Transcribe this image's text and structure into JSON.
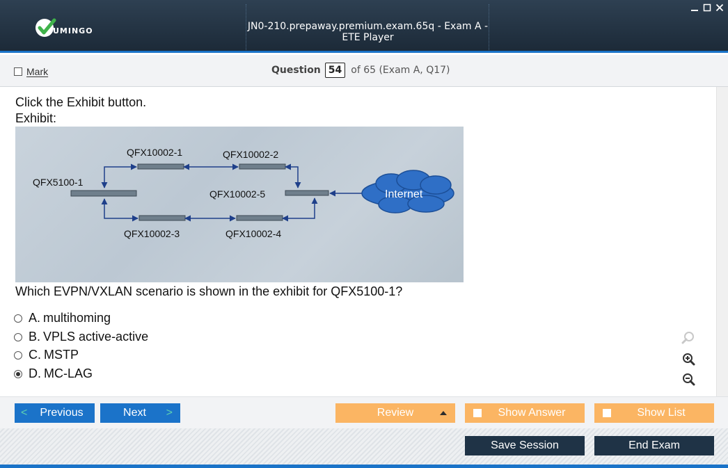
{
  "window": {
    "brand": "UMINGO",
    "title": "JN0-210.prepaway.premium.exam.65q - Exam A - ETE Player"
  },
  "header": {
    "mark_label": "Mark",
    "question_label": "Question",
    "question_number": "54",
    "question_of": "of 65 (Exam A, Q17)"
  },
  "question": {
    "line1": "Click the Exhibit button.",
    "line2": "Exhibit:",
    "prompt": "Which EVPN/VXLAN scenario is shown in the exhibit for QFX5100-1?",
    "answers": [
      {
        "letter": "A.",
        "text": "multihoming",
        "selected": false
      },
      {
        "letter": "B.",
        "text": "VPLS active-active",
        "selected": false
      },
      {
        "letter": "C.",
        "text": "MSTP",
        "selected": false
      },
      {
        "letter": "D.",
        "text": "MC-LAG",
        "selected": true
      }
    ]
  },
  "exhibit": {
    "labels": {
      "qfx5100_1": "QFX5100-1",
      "qfx10002_1": "QFX10002-1",
      "qfx10002_2": "QFX10002-2",
      "qfx10002_3": "QFX10002-3",
      "qfx10002_4": "QFX10002-4",
      "qfx10002_5": "QFX10002-5",
      "internet": "Internet"
    }
  },
  "nav": {
    "previous": "Previous",
    "next": "Next",
    "review": "Review",
    "show_answer": "Show Answer",
    "show_list": "Show List",
    "save_session": "Save Session",
    "end_exam": "End Exam"
  },
  "colors": {
    "accent_blue": "#1b73c9",
    "orange": "#fbb563",
    "dark": "#1f3346",
    "title_bg": "#26384a"
  },
  "icons": [
    "check-logo-icon",
    "minimize-icon",
    "maximize-icon",
    "close-icon",
    "zoom-search-icon",
    "zoom-in-icon",
    "zoom-out-icon",
    "chevron-left-icon",
    "chevron-right-icon",
    "triangle-up-icon"
  ]
}
